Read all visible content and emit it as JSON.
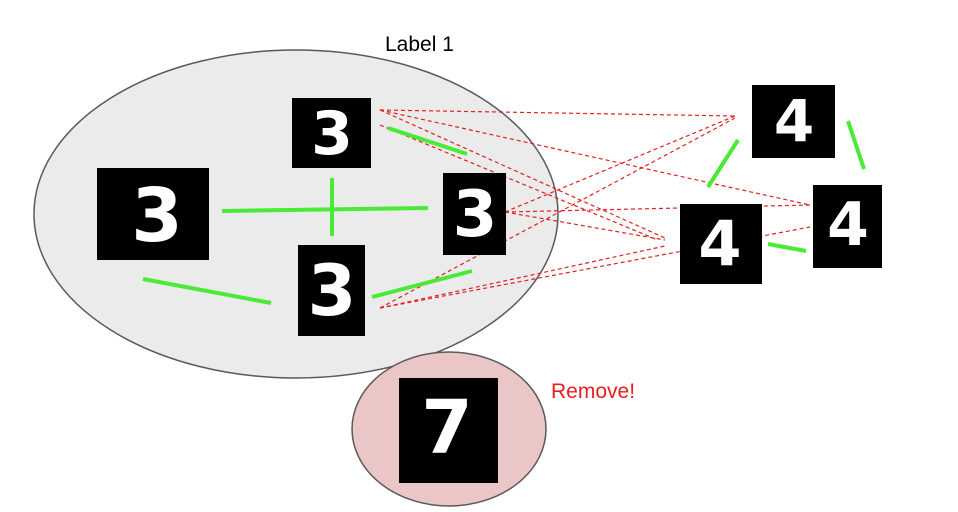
{
  "cluster": {
    "label": "Label 1",
    "digits": [
      {
        "id": "d3-top",
        "glyph": "3"
      },
      {
        "id": "d3-left",
        "glyph": "3"
      },
      {
        "id": "d3-right",
        "glyph": "3"
      },
      {
        "id": "d3-bottom",
        "glyph": "3"
      }
    ]
  },
  "group_four": {
    "digits": [
      {
        "id": "d4-top",
        "glyph": "4"
      },
      {
        "id": "d4-left",
        "glyph": "4"
      },
      {
        "id": "d4-right",
        "glyph": "4"
      }
    ]
  },
  "outlier": {
    "label": "Remove!",
    "digit": {
      "id": "d-outlier",
      "glyph": "7"
    }
  },
  "colors": {
    "cluster_fill": "#ebebeb",
    "cluster_stroke": "#595959",
    "outlier_fill": "#eac6c6",
    "outlier_stroke": "#595959",
    "positive_edge": "#4aea36",
    "negative_edge": "#e61e1e",
    "remove_text": "#e61e1e",
    "tile_bg": "#000000"
  }
}
